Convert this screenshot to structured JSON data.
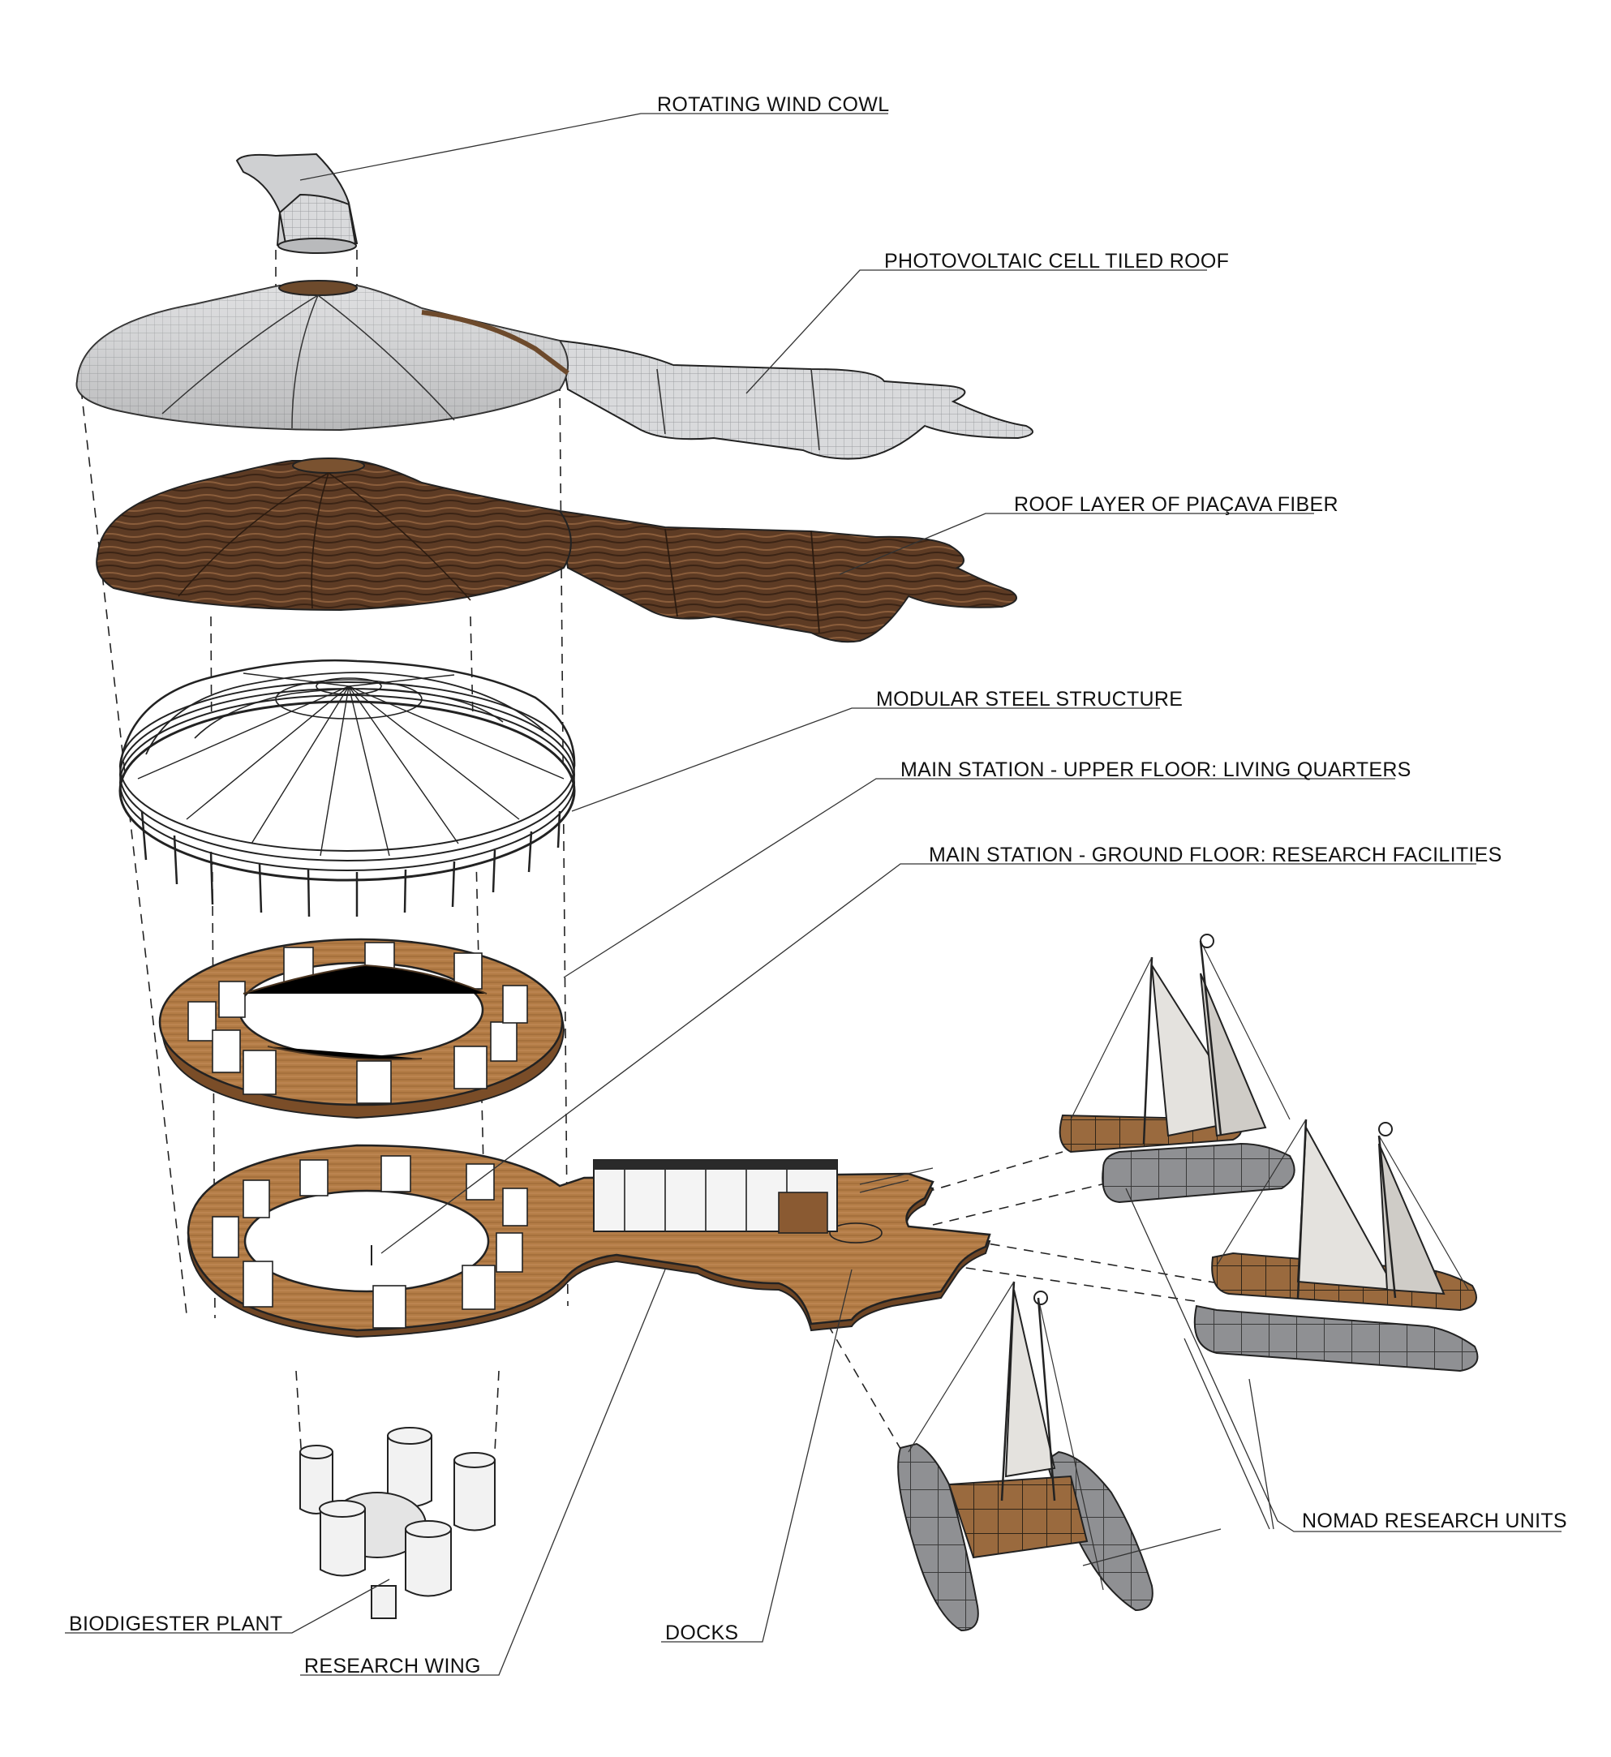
{
  "colors": {
    "wood": "#b07a45",
    "wood_dark": "#6e4524",
    "fiber": "#5b3a24",
    "fiber_dark": "#3a2414",
    "pv_grey": "#d6d7d9",
    "steel": "#ffffff",
    "sail": "#e4e2de",
    "hull": "#8e8f92",
    "ink": "#111111"
  },
  "labels": {
    "wind_cowl": "ROTATING WIND COWL",
    "pv_roof": "PHOTOVOLTAIC CELL TILED ROOF",
    "fiber_roof": "ROOF LAYER OF PIAÇAVA FIBER",
    "steel_structure": "MODULAR STEEL STRUCTURE",
    "upper_floor": "MAIN STATION - UPPER FLOOR: LIVING QUARTERS",
    "ground_floor": "MAIN STATION - GROUND FLOOR: RESEARCH FACILITIES",
    "nomad_units": "NOMAD RESEARCH UNITS",
    "biodigester": "BIODIGESTER PLANT",
    "research_wing": "RESEARCH WING",
    "docks": "DOCKS"
  }
}
